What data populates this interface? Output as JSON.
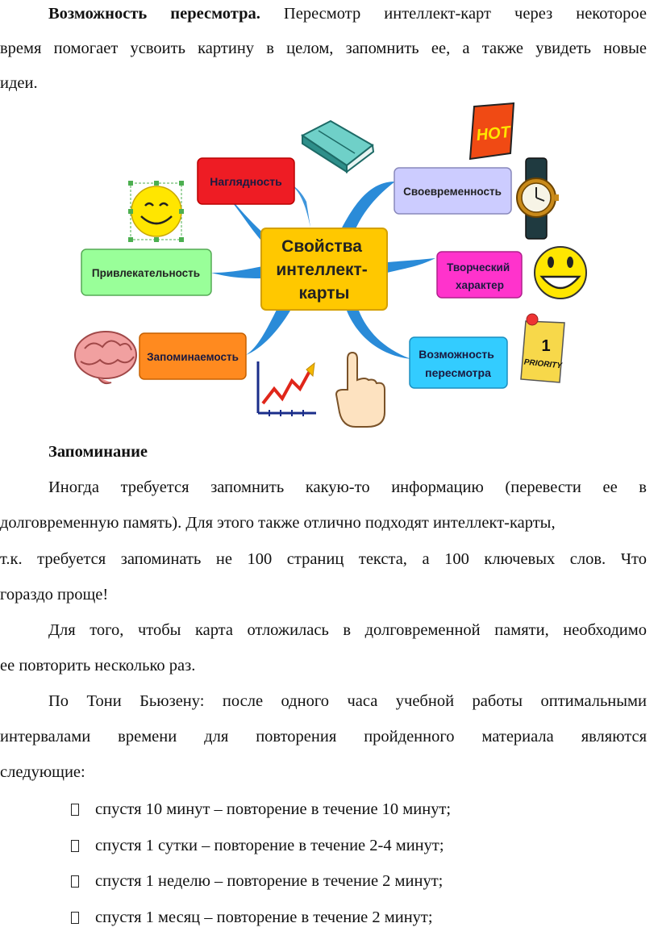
{
  "intro": {
    "bold": "Возможность пересмотра.",
    "line1_rest": "Пересмотр интеллект-карт через некоторое",
    "line2": "время помогает усвоить картину в целом, запомнить ее, а также увидеть новые",
    "line3": "идеи."
  },
  "mindmap": {
    "center": [
      "Свойства",
      "интеллект-",
      "карты"
    ],
    "nodes": {
      "naglyadnost": "Наглядность",
      "svoevremennost": "Своевременность",
      "privlekatelnost": "Привлекательность",
      "tvorcheskiy": [
        "Творческий",
        "характер"
      ],
      "zapominaemost": "Запоминаемость",
      "peresmotr": [
        "Возможность",
        "пересмотра"
      ]
    },
    "hot_label": "HOT",
    "priority_label": "PRIORITY",
    "priority_number": "1",
    "colors": {
      "center": "#ffc800",
      "naglyadnost": "#ee1c24",
      "svoevremennost": "#ccccff",
      "privlekatelnost": "#99ff99",
      "tvorcheskiy": "#ff33cc",
      "zapominaemost": "#ff8a1f",
      "peresmotr": "#33ccff",
      "branch": "#2a8bd8"
    }
  },
  "section": {
    "heading": "Запоминание",
    "p1": [
      "Иногда требуется запомнить какую-то информацию (перевести ее в",
      "долговременную память). Для этого также отлично подходят интеллект-карты,",
      "т.к. требуется запоминать не 100 страниц текста, а 100 ключевых слов. Что",
      "гораздо проще!"
    ],
    "p2": [
      "Для того, чтобы карта отложилась в долговременной памяти, необходимо",
      "ее  повторить несколько раз."
    ],
    "p3": [
      "По Тони Бьюзену: после одного часа учебной работы оптимальными",
      "интервалами времени для повторения пройденного материала являются",
      "следующие:"
    ],
    "bullets": [
      "спустя 10 минут – повторение в течение 10 минут;",
      "спустя 1 сутки – повторение в течение 2-4 минут;",
      "спустя 1 неделю – повторение в течение 2 минут;",
      "спустя 1 месяц – повторение в течение 2 минут;"
    ]
  }
}
